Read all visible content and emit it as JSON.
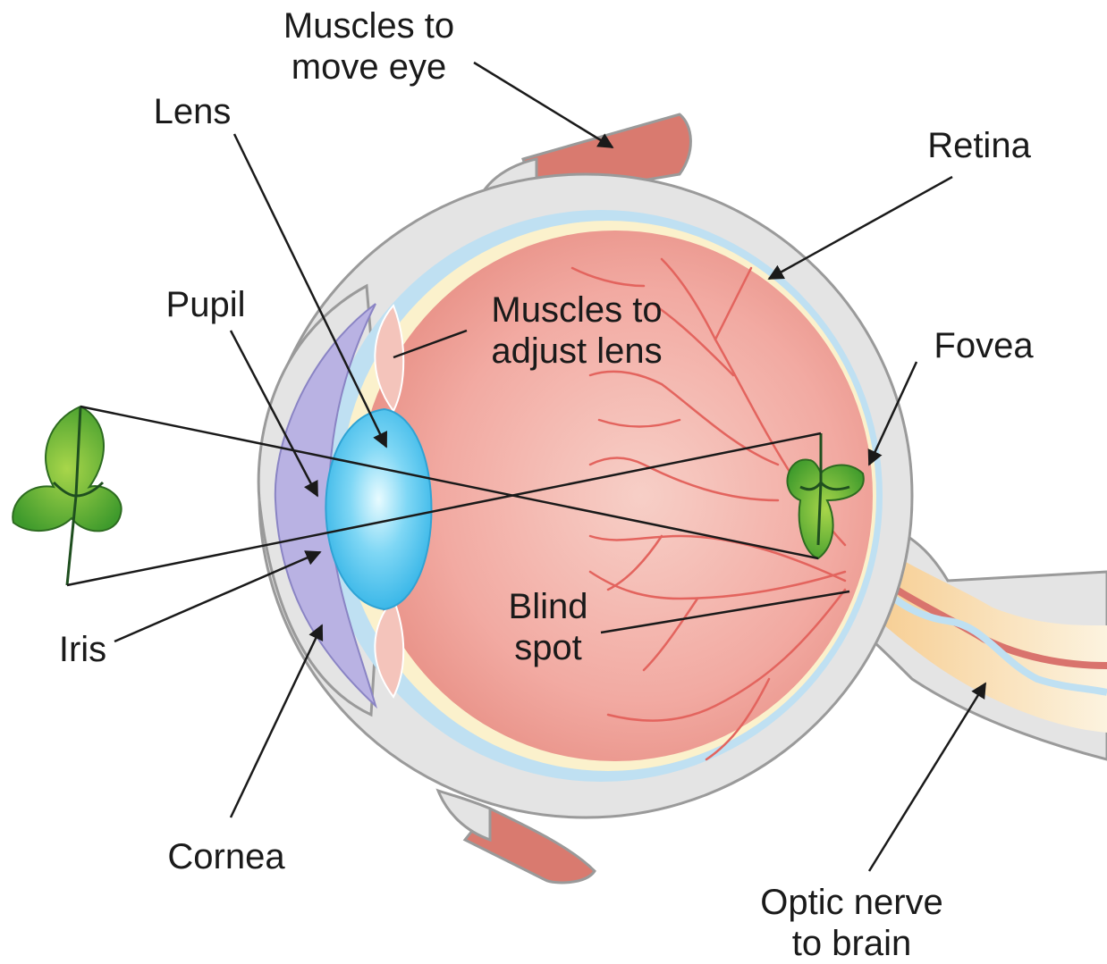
{
  "labels": {
    "muscles_move": [
      "Muscles to",
      "move eye"
    ],
    "lens": "Lens",
    "retina": "Retina",
    "pupil": "Pupil",
    "muscles_adjust": [
      "Muscles to",
      "adjust lens"
    ],
    "fovea": "Fovea",
    "blind_spot": [
      "Blind",
      "spot"
    ],
    "iris": "Iris",
    "cornea": "Cornea",
    "optic_nerve": [
      "Optic nerve",
      "to brain"
    ]
  },
  "colors": {
    "sclera": "#e4e4e4",
    "sclera_outline": "#9a9a9a",
    "choroid": "#bfe0f2",
    "retina": "#fbf1cc",
    "eye_interior": "#f2aaa2",
    "vessel": "#e3645e",
    "lens": "#58c7ee",
    "iris": "#b9b2e3",
    "muscle": "#d97a6f",
    "leaf": "#63b33c",
    "leaf_vein": "#1f4f1f",
    "optic_nerve": "#f8d9a8",
    "ray": "#1a1a1a"
  }
}
